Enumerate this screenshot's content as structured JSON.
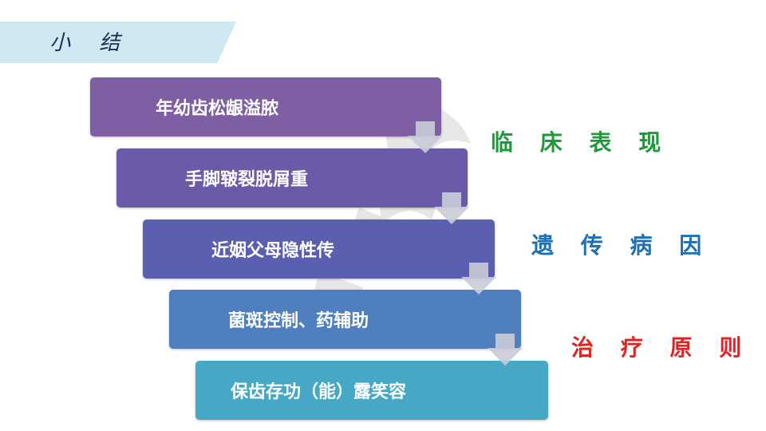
{
  "slide_title": "小 结",
  "steps": [
    {
      "label": "年幼齿松龈溢脓",
      "color": "#7e5fa3"
    },
    {
      "label": "手脚皲裂脱屑重",
      "color": "#6a5aa8"
    },
    {
      "label": "近姻父母隐性传",
      "color": "#5a5fb0"
    },
    {
      "label": "菌斑控制、药辅助",
      "color": "#4f7fbf"
    },
    {
      "label": "保齿存功（能）露笑容",
      "color": "#46a8c4"
    }
  ],
  "side_labels": [
    {
      "text": "临 床 表 现",
      "color": "#1f9a3a"
    },
    {
      "text": "遗 传 病 因",
      "color": "#1f6fb5"
    },
    {
      "text": "治 疗 原 则",
      "color": "#e02424"
    }
  ]
}
